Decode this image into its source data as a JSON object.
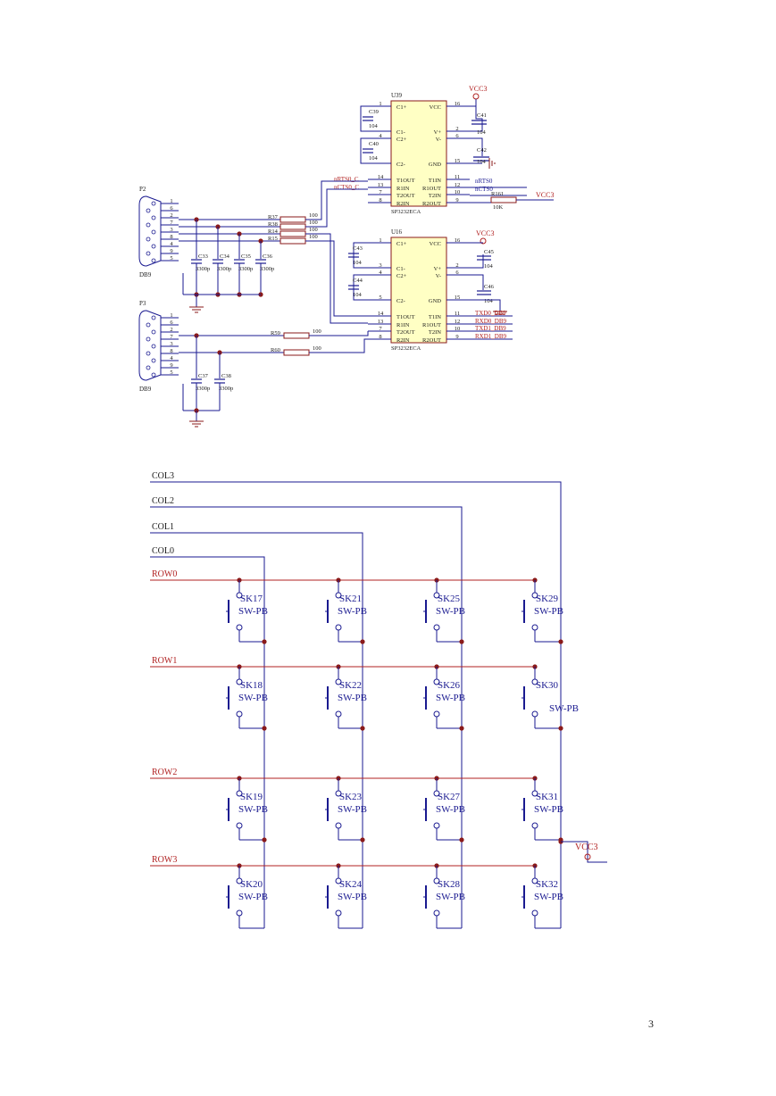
{
  "colors": {
    "wire": "#1a1a90",
    "ic": "#ffffc4",
    "ic_border": "#8a1a1a",
    "net": "#b02020",
    "junction": "#8a1a1a"
  },
  "top": {
    "chips": [
      {
        "ref": "U39",
        "part": "SP3232ECA",
        "left_pins": [
          {
            "num": "1",
            "name": "C1+"
          },
          {
            "num": "",
            "name": "C1-"
          },
          {
            "num": "4",
            "name": "C2+"
          },
          {
            "num": "",
            "name": "C2-"
          },
          {
            "num": "14",
            "name": "T1OUT"
          },
          {
            "num": "13",
            "name": "R1IN"
          },
          {
            "num": "7",
            "name": "T2OUT"
          },
          {
            "num": "8",
            "name": "R2IN"
          }
        ],
        "right_pins": [
          {
            "num": "16",
            "name": "VCC"
          },
          {
            "num": "2",
            "name": "V+"
          },
          {
            "num": "6",
            "name": "V-"
          },
          {
            "num": "15",
            "name": "GND"
          },
          {
            "num": "11",
            "name": "T1IN"
          },
          {
            "num": "12",
            "name": "R1OUT"
          },
          {
            "num": "10",
            "name": "T2IN"
          },
          {
            "num": "9",
            "name": "R2OUT"
          }
        ]
      },
      {
        "ref": "U16",
        "part": "SP3232ECA",
        "left_pins": [
          {
            "num": "1",
            "name": "C1+"
          },
          {
            "num": "3",
            "name": "C1-"
          },
          {
            "num": "4",
            "name": "C2+"
          },
          {
            "num": "5",
            "name": "C2-"
          },
          {
            "num": "14",
            "name": "T1OUT"
          },
          {
            "num": "13",
            "name": "R1IN"
          },
          {
            "num": "7",
            "name": "T2OUT"
          },
          {
            "num": "8",
            "name": "R2IN"
          }
        ],
        "right_pins": [
          {
            "num": "16",
            "name": "VCC"
          },
          {
            "num": "2",
            "name": "V+"
          },
          {
            "num": "6",
            "name": "V-"
          },
          {
            "num": "15",
            "name": "GND"
          },
          {
            "num": "11",
            "name": "T1IN"
          },
          {
            "num": "12",
            "name": "R1OUT"
          },
          {
            "num": "10",
            "name": "T2IN"
          },
          {
            "num": "9",
            "name": "R2OUT"
          }
        ]
      }
    ],
    "vcc_label": "VCC3",
    "caps": [
      {
        "ref": "C39",
        "val": "104"
      },
      {
        "ref": "C40",
        "val": "104"
      },
      {
        "ref": "C41",
        "val": "104"
      },
      {
        "ref": "C42",
        "val": "104"
      },
      {
        "ref": "C43",
        "val": "104"
      },
      {
        "ref": "C44",
        "val": "104"
      },
      {
        "ref": "C45",
        "val": "104"
      },
      {
        "ref": "C46",
        "val": "104"
      }
    ],
    "u39_nets_left": [
      "nRTS0_C",
      "nCTS0_C"
    ],
    "u39_nets_right": [
      "nRTS0",
      "nCTS0"
    ],
    "u16_nets_right": [
      "TXD0_DB9",
      "RXD0_DB9",
      "TXD1_DB9",
      "RXD1_DB9"
    ],
    "pullup": {
      "ref": "R161",
      "val": "10K"
    },
    "connectors": [
      {
        "ref": "P2",
        "type": "DB9",
        "pins": [
          "1",
          "6",
          "2",
          "7",
          "3",
          "8",
          "4",
          "9",
          "5"
        ]
      },
      {
        "ref": "P3",
        "type": "DB9",
        "pins": [
          "1",
          "6",
          "2",
          "7",
          "3",
          "8",
          "4",
          "9",
          "5"
        ]
      }
    ],
    "p2_resistors": [
      {
        "ref": "R37",
        "val": "100"
      },
      {
        "ref": "R38",
        "val": "100"
      },
      {
        "ref": "R14",
        "val": "100"
      },
      {
        "ref": "R15",
        "val": "100"
      }
    ],
    "p2_caps": [
      {
        "ref": "C33",
        "val": "3300p"
      },
      {
        "ref": "C34",
        "val": "3300p"
      },
      {
        "ref": "C35",
        "val": "3300p"
      },
      {
        "ref": "C36",
        "val": "3300p"
      }
    ],
    "p3_resistors": [
      {
        "ref": "R59",
        "val": "100"
      },
      {
        "ref": "R60",
        "val": "100"
      }
    ],
    "p3_caps": [
      {
        "ref": "C37",
        "val": "3300p"
      },
      {
        "ref": "C38",
        "val": "3300p"
      }
    ]
  },
  "matrix": {
    "cols": [
      "COL3",
      "COL2",
      "COL1",
      "COL0"
    ],
    "rows": [
      "ROW0",
      "ROW1",
      "ROW2",
      "ROW3"
    ],
    "switches": [
      [
        "SK17",
        "SK21",
        "SK25",
        "SK29"
      ],
      [
        "SK18",
        "SK22",
        "SK26",
        "SK30"
      ],
      [
        "SK19",
        "SK23",
        "SK27",
        "SK31"
      ],
      [
        "SK20",
        "SK24",
        "SK28",
        "SK32"
      ]
    ],
    "switch_type": "SW-PB",
    "vcc_label": "VCC3"
  },
  "page_number": "3"
}
